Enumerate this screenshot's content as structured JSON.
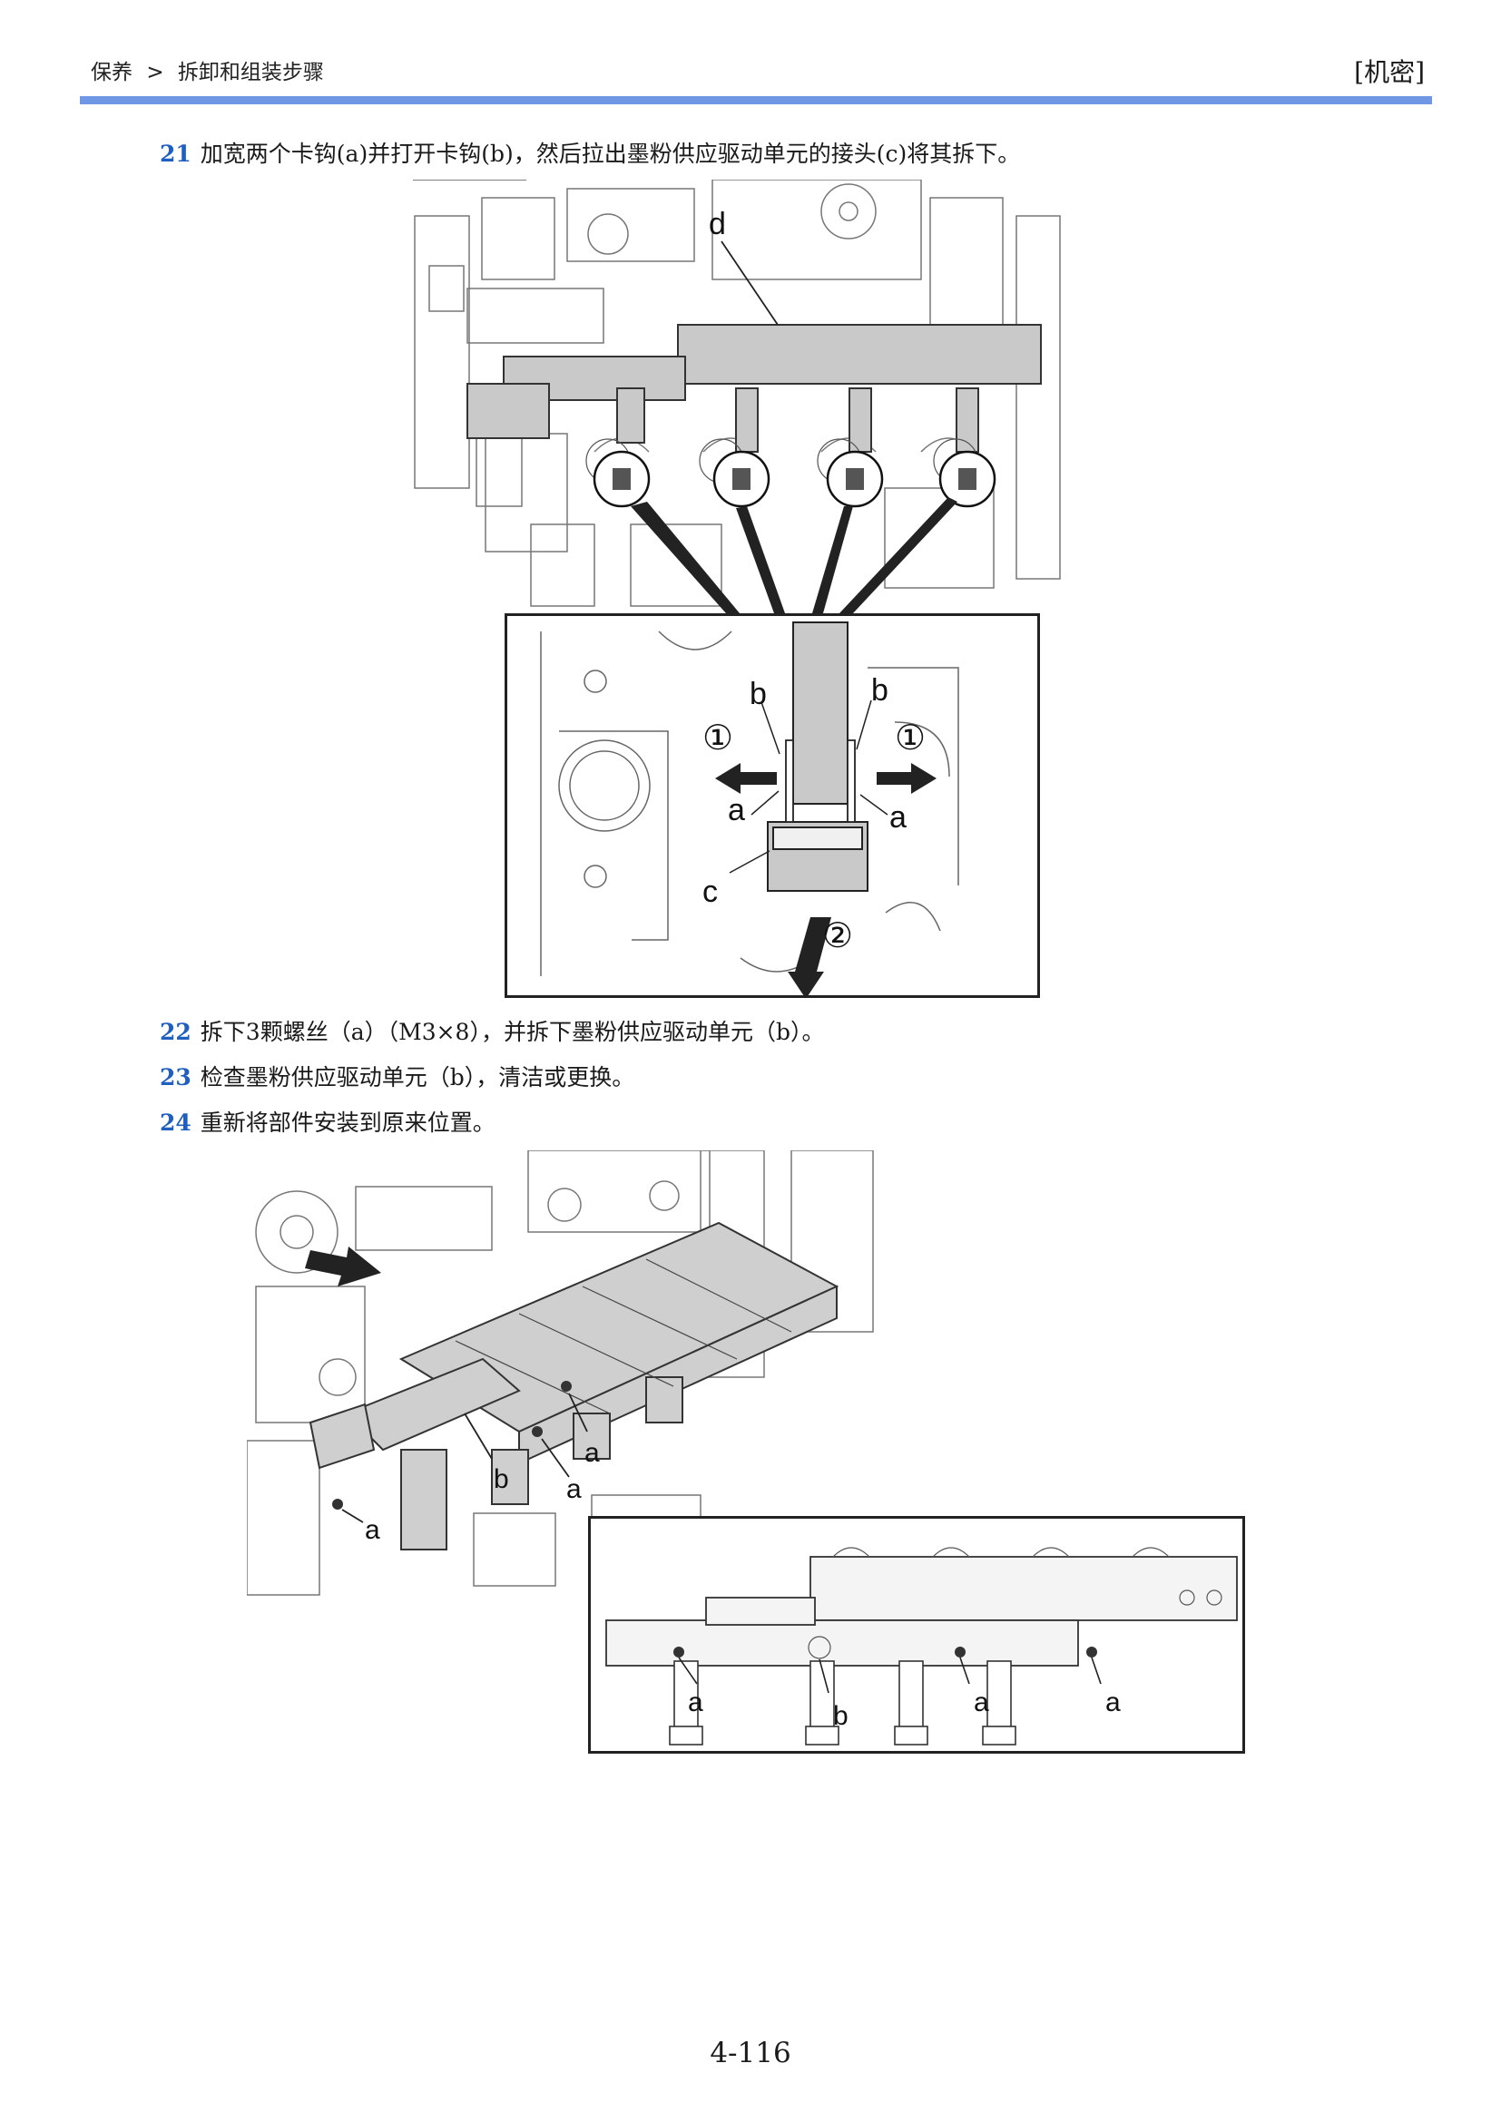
{
  "header": {
    "breadcrumb_section": "保养",
    "breadcrumb_sep": ">",
    "breadcrumb_page": "拆卸和组装步骤",
    "classification": "[机密]"
  },
  "steps": [
    {
      "number": "21",
      "text": "加宽两个卡钩(a)并打开卡钩(b)，然后拉出墨粉供应驱动单元的接头(c)将其拆下。"
    },
    {
      "number": "22",
      "text": "拆下3颗螺丝（a）（M3×8），并拆下墨粉供应驱动单元（b）。"
    },
    {
      "number": "23",
      "text": "检查墨粉供应驱动单元（b），清洁或更换。"
    },
    {
      "number": "24",
      "text": "重新将部件安装到原来位置。"
    }
  ],
  "figure1": {
    "callout_d": "d",
    "detail": {
      "label_b_left": "b",
      "label_b_right": "b",
      "label_a_left": "a",
      "label_a_right": "a",
      "label_c": "c",
      "step1_left": "①",
      "step1_right": "①",
      "step2": "②"
    }
  },
  "figure2": {
    "label_a_1": "a",
    "label_a_2": "a",
    "label_a_3": "a",
    "label_b_main": "b",
    "detail": {
      "label_a_1": "a",
      "label_b": "b",
      "label_a_2": "a",
      "label_a_3": "a"
    }
  },
  "page_number": "4-116"
}
